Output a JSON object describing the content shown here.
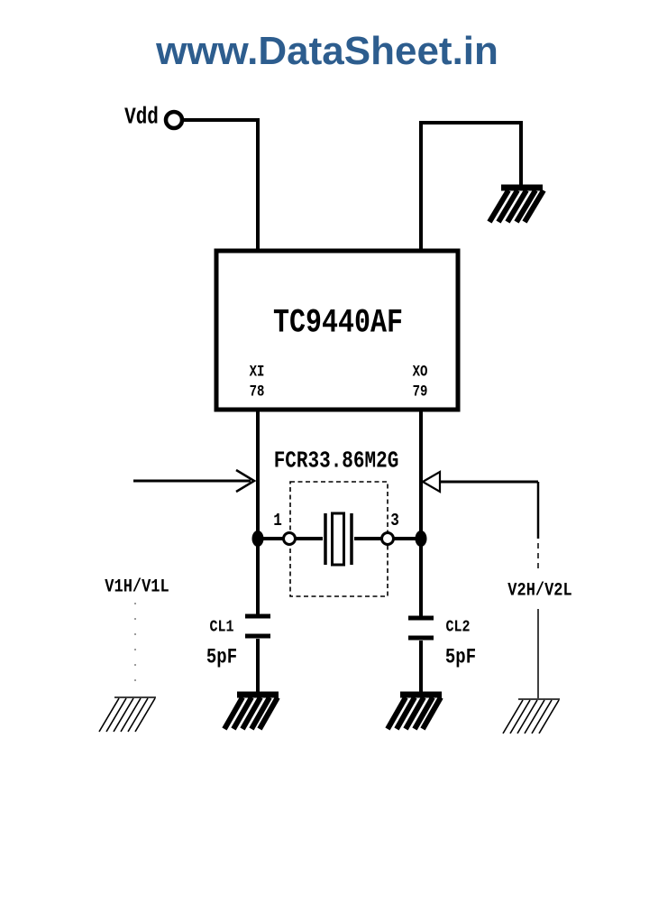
{
  "watermark": {
    "text": "www.DataSheet.in",
    "color": "#2d5d8e"
  },
  "colors": {
    "background": "#ffffff",
    "ink": "#000000"
  },
  "schematic": {
    "power_label": "Vdd",
    "ic": {
      "name": "TC9440AF",
      "pins": [
        {
          "name": "XI",
          "number": "78"
        },
        {
          "name": "XO",
          "number": "79"
        }
      ]
    },
    "crystal": {
      "part_number": "FCR33.86M2G",
      "pin_left": "1",
      "pin_right": "3"
    },
    "capacitors": [
      {
        "label": "CL1",
        "value": "5pF"
      },
      {
        "label": "CL2",
        "value": "5pF"
      }
    ],
    "signal_labels": {
      "left": "V1H/V1L",
      "right": "V2H/V2L"
    }
  }
}
